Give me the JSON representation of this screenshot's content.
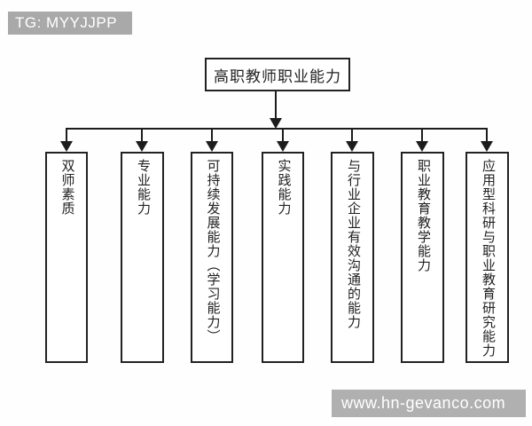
{
  "watermarks": {
    "telegram": "TG: MYYJJPP",
    "website": "www.hn-gevanco.com"
  },
  "diagram": {
    "type": "hierarchy-flowchart",
    "root": {
      "label": "高职教师职业能力"
    },
    "children": [
      {
        "label": "双师素质"
      },
      {
        "label": "专业能力"
      },
      {
        "label": "可持续发展能力（学习能力）"
      },
      {
        "label": "实践能力"
      },
      {
        "label": "与行业企业有效沟通的能力"
      },
      {
        "label": "职业教育教学能力"
      },
      {
        "label": "应用型科研与职业教育研究能力"
      }
    ]
  },
  "colors": {
    "background": "#fefefe",
    "line": "#1c1c1c",
    "box_border": "#222222",
    "text": "#222222",
    "banner_top_bg": "#a9a9a9",
    "banner_bottom_bg": "#b0b0b0",
    "banner_text": "#ffffff"
  }
}
